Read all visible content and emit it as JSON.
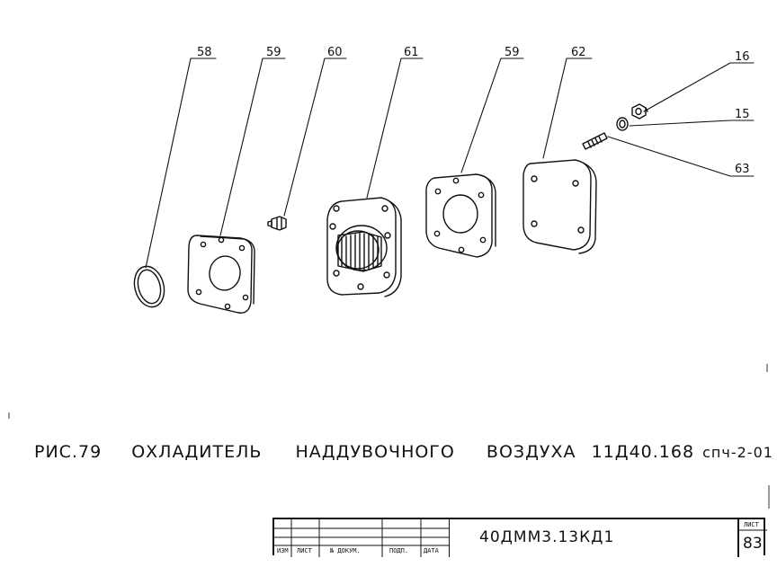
{
  "callouts": {
    "c58": "58",
    "c59a": "59",
    "c60": "60",
    "c61": "61",
    "c59b": "59",
    "c62": "62",
    "c16": "16",
    "c15": "15",
    "c63": "63"
  },
  "caption": {
    "figure": "РИС.79",
    "word1": "ОХЛАДИТЕЛЬ",
    "word2": "НАДДУВОЧНОГО",
    "word3": "ВОЗДУХА",
    "code": "11Д40.168",
    "suffix": "спч-2-01"
  },
  "title_block": {
    "col_izm": "ИЗМ",
    "col_list": "ЛИСТ",
    "col_doc": "№ ДОКУМ.",
    "col_podp": "ПОДП.",
    "col_data": "ДАТА",
    "document_code": "40ДММ3.13КД1",
    "sheet_label": "ЛИСТ",
    "sheet_number": "83"
  }
}
